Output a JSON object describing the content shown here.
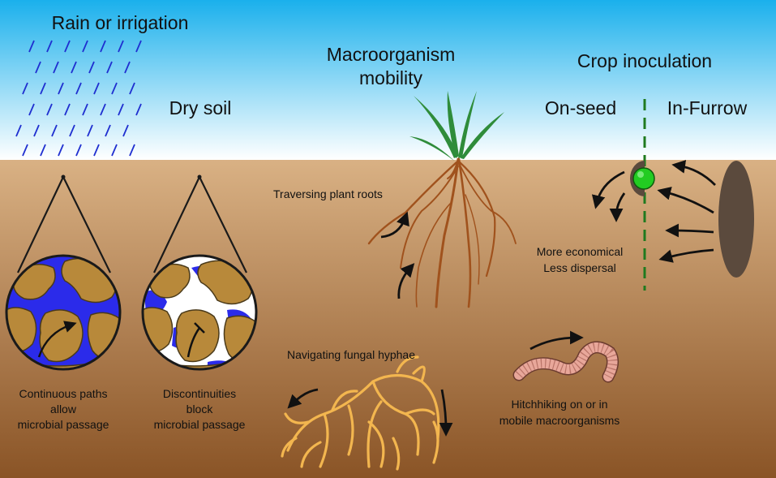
{
  "labels": {
    "rain": "Rain or irrigation",
    "dry_soil": "Dry soil",
    "macro_line1": "Macroorganism",
    "macro_line2": "mobility",
    "crop_inoculation": "Crop inoculation",
    "on_seed": "On-seed",
    "in_furrow": "In-Furrow",
    "traversing_roots": "Traversing plant roots",
    "economical_line1": "More economical",
    "economical_line2": "Less dispersal",
    "fungal_hyphae": "Navigating fungal hyphae",
    "hitchhiking_line1": "Hitchhiking on or in",
    "hitchhiking_line2": "mobile macroorganisms",
    "continuous_line1": "Continuous paths",
    "continuous_line2": "allow",
    "continuous_line3": "microbial passage",
    "discontinuities_line1": "Discontinuities",
    "discontinuities_line2": "block",
    "discontinuities_line3": "microbial passage"
  },
  "colors": {
    "sky_top": "#1ab0ec",
    "sky_bottom": "#ffffff",
    "soil_top": "#d9b184",
    "soil_bottom": "#8a5426",
    "rain": "#1f2fd0",
    "water": "#2b2bea",
    "soil_aggregate": "#b8893a",
    "root": "#a0521d",
    "leaf": "#2f8c3a",
    "seed": "#5b4a3d",
    "inoculant": "#22cc22",
    "dashed_line": "#1f7a1f",
    "hyphae": "#f3b64f",
    "worm": "#e8a79a"
  }
}
